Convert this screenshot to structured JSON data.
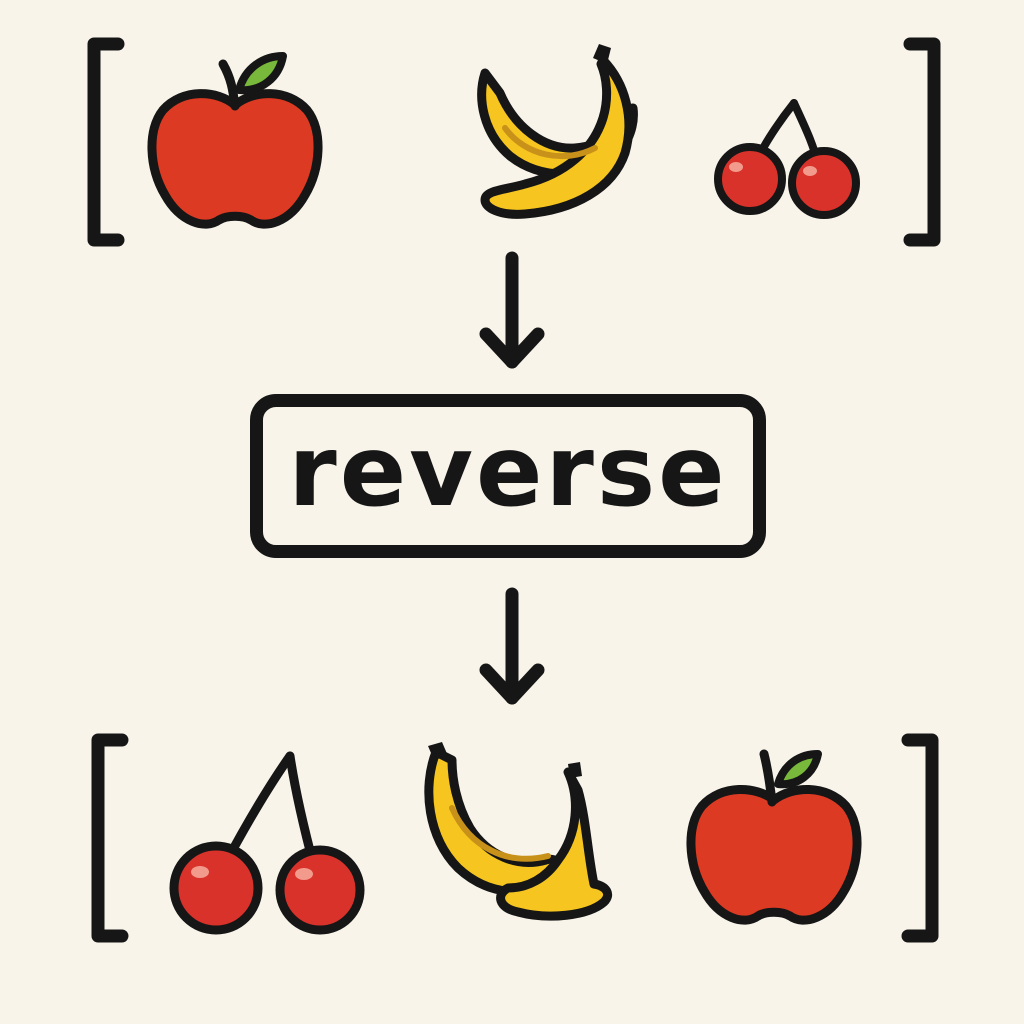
{
  "operation": {
    "label": "reverse"
  },
  "input_list": {
    "items": [
      "apple",
      "banana",
      "cherries"
    ]
  },
  "output_list": {
    "items": [
      "cherries",
      "banana",
      "apple"
    ]
  },
  "colors": {
    "background": "#f8f4ea",
    "outline": "#161616",
    "apple_red": "#dc3a22",
    "banana_yellow": "#f6c51f",
    "cherry_red": "#d8322a",
    "leaf_green": "#78b83a"
  }
}
